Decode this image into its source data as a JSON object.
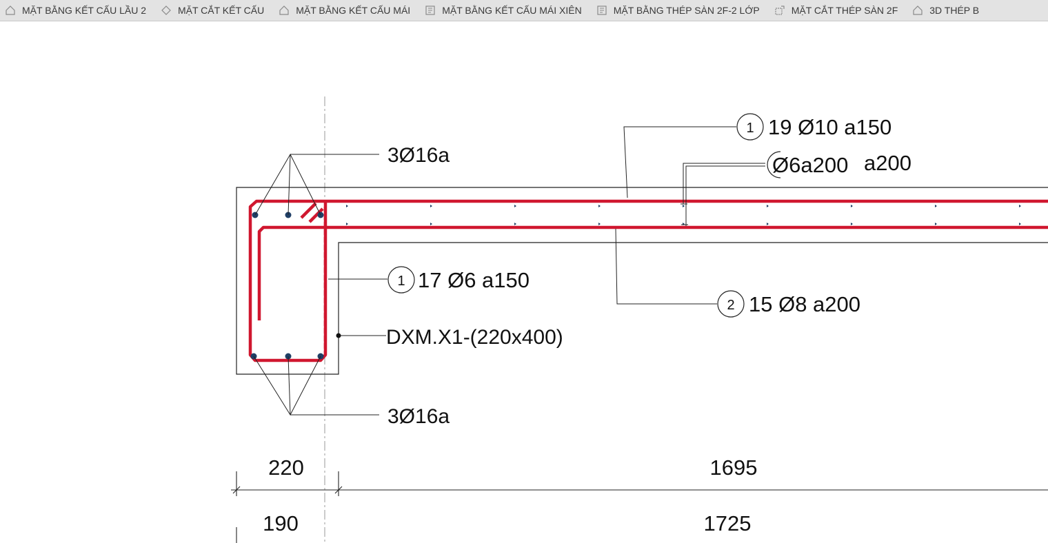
{
  "tabs": [
    {
      "label": "MẶT BẰNG KẾT CẤU LẦU 2",
      "icon": "floor-plan-icon"
    },
    {
      "label": "MẶT CẮT KẾT CẤU",
      "icon": "section-icon"
    },
    {
      "label": "MẶT BẰNG KẾT CẤU MÁI",
      "icon": "floor-plan-icon"
    },
    {
      "label": "MẶT BẰNG KẾT CẤU MÁI XIÊN",
      "icon": "sheet-icon"
    },
    {
      "label": "MẶT BẰNG THÉP SÀN 2F-2 LỚP",
      "icon": "sheet-icon"
    },
    {
      "label": "MẶT CẮT THÉP SÀN 2F",
      "icon": "section-view-icon"
    },
    {
      "label": "3D THÉP B",
      "icon": "3d-view-icon"
    }
  ],
  "drawing": {
    "tag_top_bars": "3Ø16a",
    "tag_bottom_bars": "3Ø16a",
    "beam_name": "DXM.X1-(220x400)",
    "rebar_1_top": {
      "mark": "1",
      "text": "19 Ø10 a150"
    },
    "rebar_dist": {
      "text_a": "Ø6a200",
      "text_b": "a200"
    },
    "rebar_1_stirrup": {
      "mark": "1",
      "text": "17 Ø6 a150"
    },
    "rebar_2_bottom": {
      "mark": "2",
      "text": "15 Ø8 a200"
    },
    "dim_row1": {
      "a": "220",
      "b": "1695"
    },
    "dim_row2": {
      "a": "190",
      "b": "1725"
    }
  },
  "colors": {
    "rebar": "#d0172f",
    "bar_dot": "#1f3f66",
    "line": "#222222",
    "tabbar": "#e3e3e3"
  }
}
